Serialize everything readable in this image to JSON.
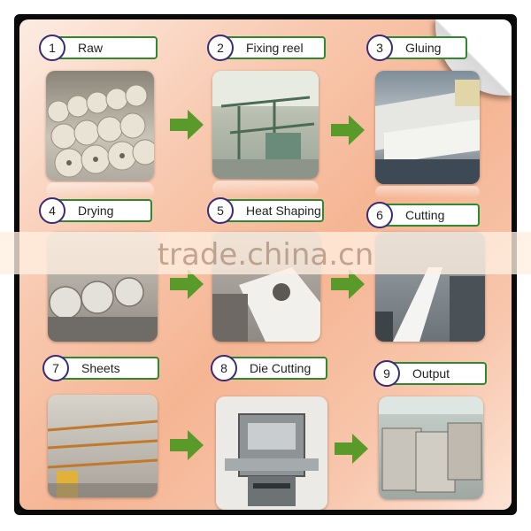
{
  "steps": [
    {
      "number": "1",
      "label": "Raw"
    },
    {
      "number": "2",
      "label": "Fixing reel"
    },
    {
      "number": "3",
      "label": "Gluing"
    },
    {
      "number": "4",
      "label": "Drying"
    },
    {
      "number": "5",
      "label": "Heat Shaping"
    },
    {
      "number": "6",
      "label": "Cutting"
    },
    {
      "number": "7",
      "label": "Sheets"
    },
    {
      "number": "8",
      "label": "Die Cutting"
    },
    {
      "number": "9",
      "label": "Output"
    }
  ],
  "watermark": "trade.china.cn",
  "colors": {
    "label_border": "#2f8a2f",
    "arrow": "#5a9a2a",
    "background": "#f5b593"
  }
}
